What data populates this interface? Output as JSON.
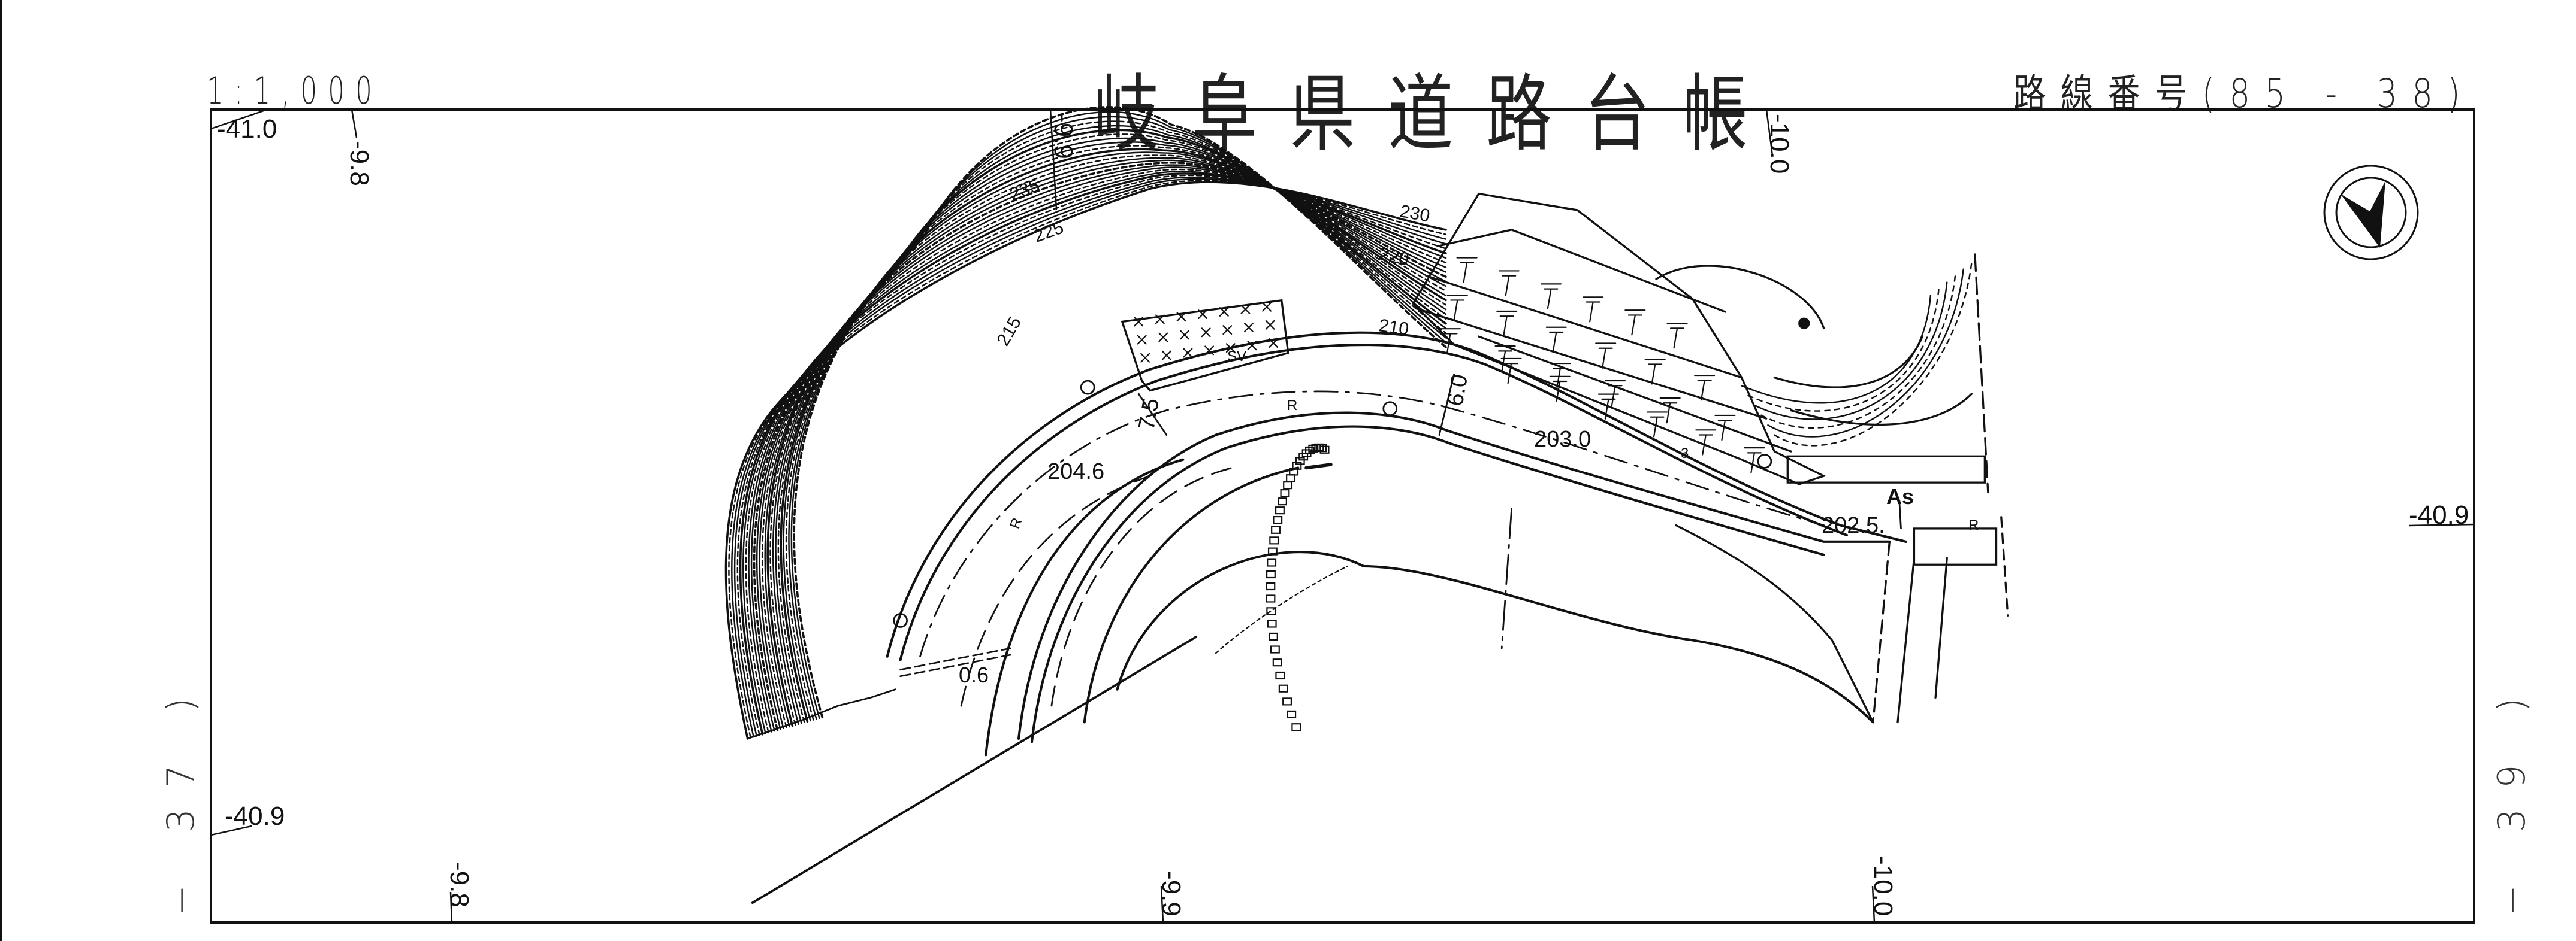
{
  "sheet": {
    "title": "岐阜県道路台帳",
    "scale": "1:1,000",
    "route_number": "路線番号(85 - 38)",
    "adjacent_left": "− 37 )",
    "adjacent_right": "− 39 )"
  },
  "grid_labels": {
    "top_left_y": "-41.0",
    "left_bottom_y": "-40.9",
    "right_y": "-40.9",
    "top_x1": "-9.8",
    "top_x2": "-9.9",
    "top_x3": "-10.0",
    "bottom_x1": "-9.8",
    "bottom_x2": "-9.9",
    "bottom_x3": "-10.0"
  },
  "contours": {
    "c235": "235",
    "c230": "230",
    "c225": "225",
    "c220": "220",
    "c215": "215",
    "c210": "210"
  },
  "annotations": {
    "elev_left": "204.6",
    "elev_mid": "203.0",
    "elev_right": "202.5.",
    "width_left": "7.5",
    "width_right": "6.0",
    "radius_left": "R",
    "radius_right": "R",
    "bottom_value": "0.6",
    "station_3": "3",
    "surface": "As",
    "sv_mark": "SV",
    "curve_mark": "R"
  },
  "north_arrow": {
    "icon": "north-arrow-icon"
  }
}
